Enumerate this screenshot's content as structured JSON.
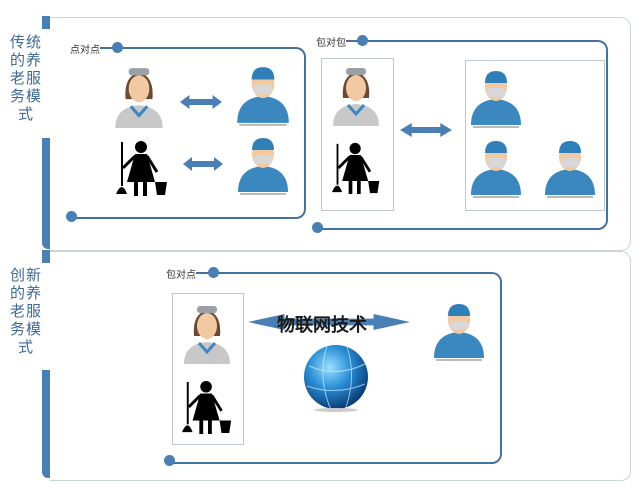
{
  "traditional": {
    "label": "传统的养老服务模式",
    "point_to_point": {
      "label": "点对点"
    },
    "package_to_package": {
      "label": "包对包"
    }
  },
  "innovative": {
    "label": "创新的养老服务模式",
    "package_to_point": {
      "label": "包对点",
      "technology": "物联网技术"
    }
  },
  "colors": {
    "accent": "#4a7fb5",
    "doctor": "#3a88bf",
    "nurse_body": "#bdbdbd"
  }
}
